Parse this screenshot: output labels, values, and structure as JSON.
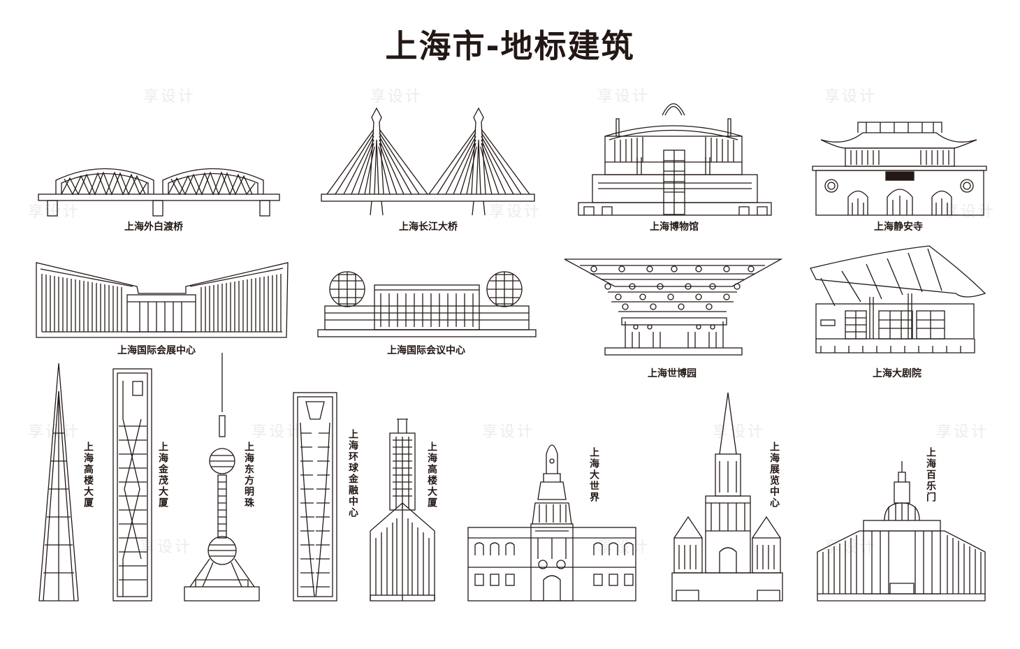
{
  "title": "上海市-地标建筑",
  "watermark": "享设计",
  "colors": {
    "ink": "#231815",
    "background": "#ffffff",
    "watermark": "#ececec"
  },
  "landmarks": {
    "waibaidu": "上海外白渡桥",
    "changjiang": "上海长江大桥",
    "museum": "上海博物馆",
    "jingan": "上海静安寺",
    "expo_center": "上海国际会展中心",
    "conference_center": "上海国际会议中心",
    "expo_park": "上海世博园",
    "grand_theatre": "上海大剧院",
    "tower_a": "上海高楼大厦",
    "jinmao": "上海金茂大厦",
    "pearl": "上海东方明珠",
    "swfc": "上海环球金融中心",
    "tower_b": "上海高楼大厦",
    "great_world": "上海大世界",
    "exhibition_center": "上海展览中心",
    "paramount": "上海百乐门"
  }
}
